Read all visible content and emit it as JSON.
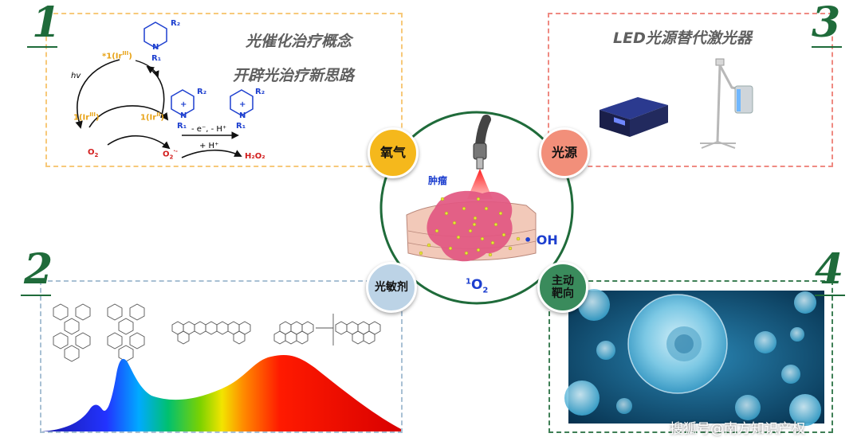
{
  "panel_numbers": [
    "1",
    "2",
    "3",
    "4"
  ],
  "panel1": {
    "title_line1": "光催化治疗概念",
    "title_line2": "开辟光治疗新思路",
    "cycle": {
      "excited": "*1(Ir",
      "excited_sup": "III",
      "ground": "1(Ir",
      "ground_sup": "III",
      "reduced": "1(Ir",
      "reduced_sup": "II",
      "hv": "hv",
      "o2": "O",
      "o2_sub": "2",
      "superoxide": "O",
      "superoxide_sub": "2",
      "superoxide_sup": "·-",
      "minus_e_h": "- e⁻, - H⁺",
      "plus_h": "+ H⁺",
      "h2o2": "H₂O₂",
      "r1": "R₁",
      "r2": "R₂",
      "n": "N",
      "plus": "+"
    },
    "colors": {
      "iridium": "#e8a317",
      "pyridine": "#1d3fcf",
      "oxygen": "#d21d1d"
    }
  },
  "panel2": {
    "spectrum_colors": [
      "#1a1aa8",
      "#2233ff",
      "#00aaff",
      "#00c070",
      "#7cd200",
      "#f2e400",
      "#ff8a00",
      "#ff1a00",
      "#d80000"
    ]
  },
  "panel3": {
    "title": "LED光源替代激光器"
  },
  "center": {
    "tumor_label": "肿瘤",
    "oh_label": "• OH",
    "singlet_o2_sup": "1",
    "singlet_o2": "O",
    "singlet_o2_sub": "2",
    "nodes": [
      {
        "label": "氧气",
        "color": "#f5b81c"
      },
      {
        "label": "光源",
        "color": "#f28f7a"
      },
      {
        "label": "光敏剂",
        "color": "#bcd3e6"
      },
      {
        "label": "主动\n靶向",
        "color": "#3a8b5c"
      }
    ],
    "ring_color": "#1f6b3a"
  },
  "watermark": "搜狐号@南方知识产权"
}
